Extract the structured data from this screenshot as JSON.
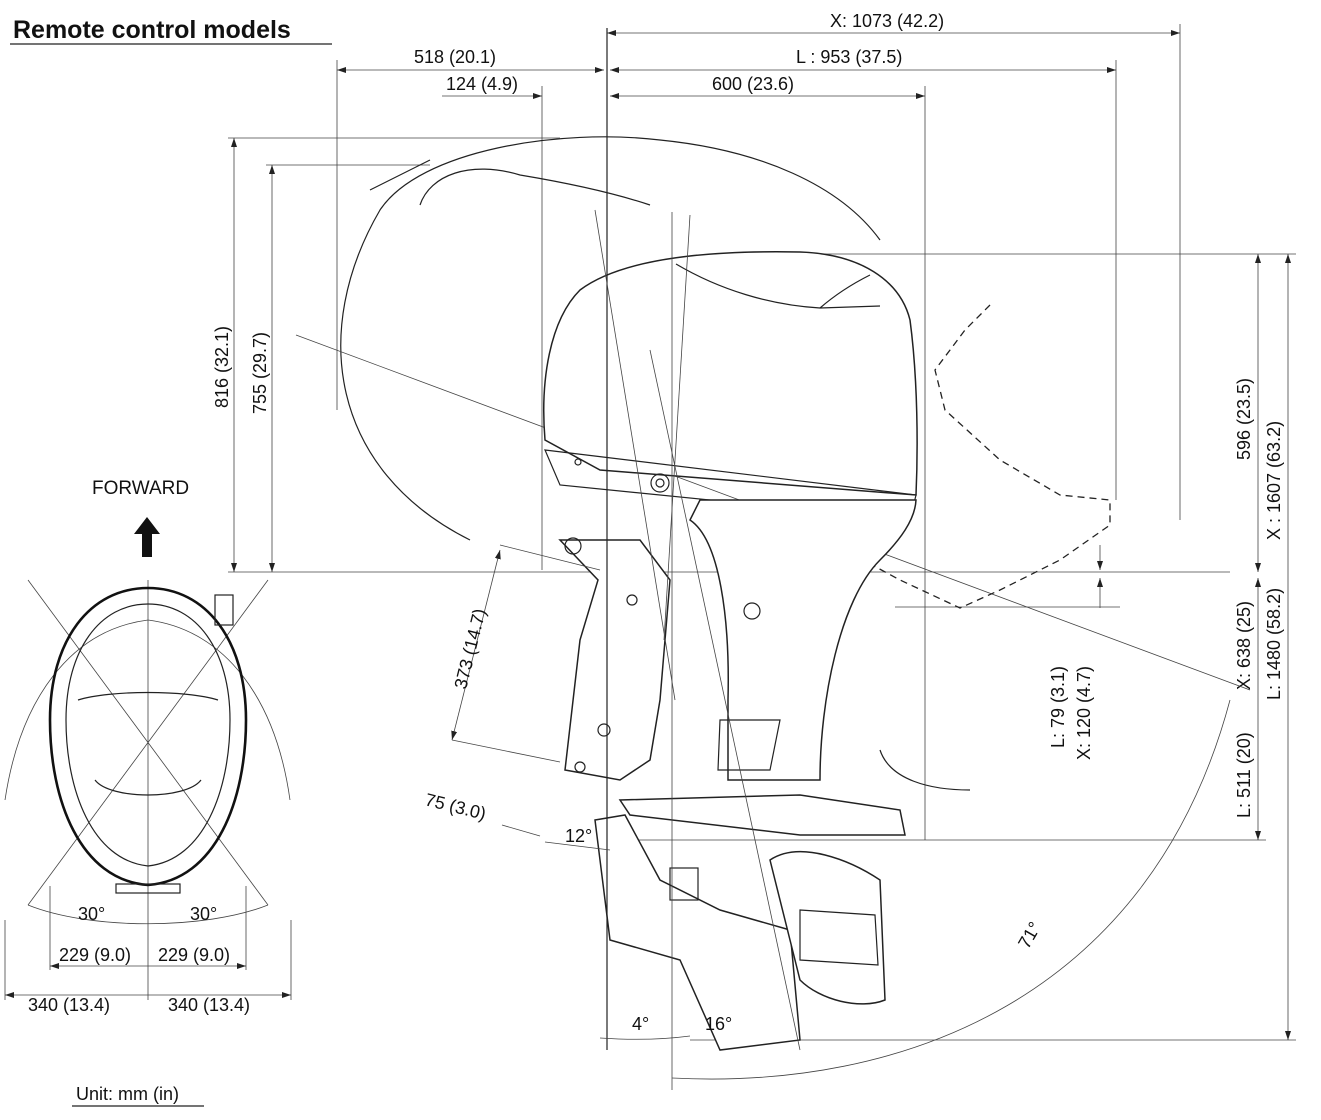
{
  "title": "Remote control models",
  "unit_note": "Unit: mm (in)",
  "forward_label": "FORWARD",
  "dimensions": {
    "top_x_length": "X: 1073 (42.2)",
    "top_l_length": "L : 953 (37.5)",
    "rear_overhang": "518 (20.1)",
    "mount_offset": "124 (4.9)",
    "front_length": "600 (23.6)",
    "tilt_height_816": "816 (32.1)",
    "tilt_height_755": "755 (29.7)",
    "cowling_height": "596 (23.5)",
    "total_height_x": "X : 1607 (63.2)",
    "bracket_height": "373 (14.7)",
    "bracket_depth": "75 (3.0)",
    "trim_angle_12": "12°",
    "shaft_x": "X: 638 (25)",
    "shaft_l": "L: 1480 (58.2)",
    "transom_l": "L: 511 (20)",
    "transom_offset_l": "L: 79 (3.1)",
    "transom_offset_x": "X: 120 (4.7)",
    "tilt_angle_4": "4°",
    "tilt_angle_16": "16°",
    "tilt_angle_71": "71°",
    "steer_angle_left": "30°",
    "steer_angle_right": "30°",
    "steer_229_left": "229 (9.0)",
    "steer_229_right": "229 (9.0)",
    "steer_340_left": "340 (13.4)",
    "steer_340_right": "340 (13.4)"
  }
}
